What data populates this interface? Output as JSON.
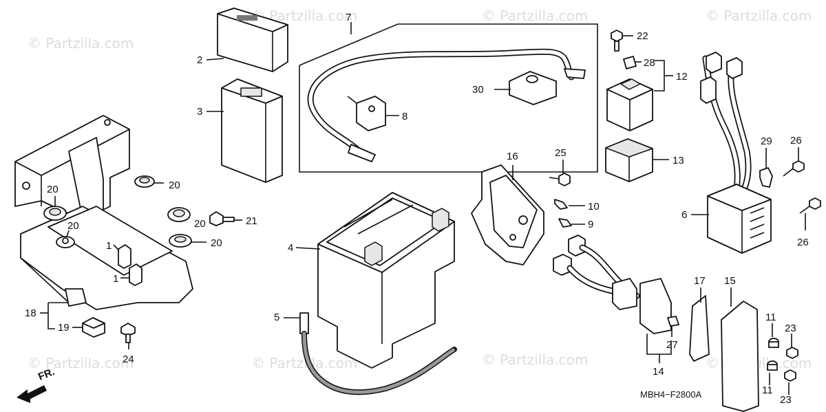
{
  "watermark": {
    "text": "© Partzilla.com"
  },
  "diagram_code": "MBH4−F2800A",
  "direction": {
    "label": "FR."
  },
  "callouts": {
    "c1a": "1",
    "c1b": "1",
    "c2": "2",
    "c3": "3",
    "c4": "4",
    "c5": "5",
    "c6": "6",
    "c7": "7",
    "c8": "8",
    "c9": "9",
    "c10": "10",
    "c11a": "11",
    "c11b": "11",
    "c12": "12",
    "c13": "13",
    "c14": "14",
    "c15": "15",
    "c16": "16",
    "c17": "17",
    "c18": "18",
    "c19": "19",
    "c20a": "20",
    "c20b": "20",
    "c20c": "20",
    "c20d": "20",
    "c20e": "20",
    "c21": "21",
    "c22": "22",
    "c23a": "23",
    "c23b": "23",
    "c24": "24",
    "c25": "25",
    "c26a": "26",
    "c26b": "26",
    "c27": "27",
    "c28": "28",
    "c29": "29",
    "c30": "30"
  }
}
